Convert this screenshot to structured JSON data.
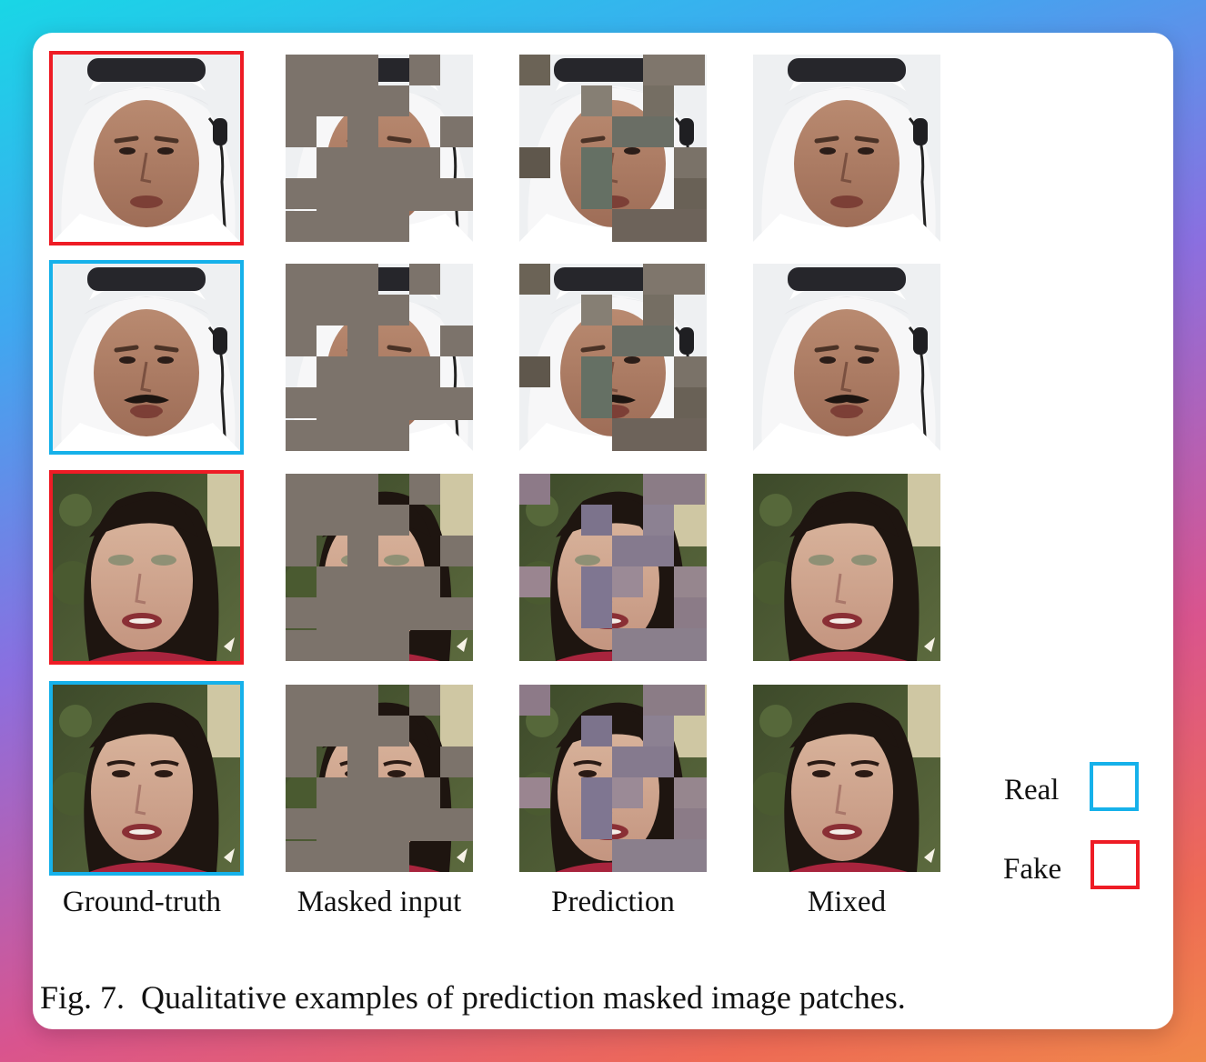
{
  "figure": {
    "columns": [
      "Ground-truth",
      "Masked input",
      "Prediction",
      "Mixed"
    ],
    "rows": [
      {
        "label": "Fake",
        "subject": "man-headscarf"
      },
      {
        "label": "Real",
        "subject": "man-headscarf"
      },
      {
        "label": "Fake",
        "subject": "woman-greenery"
      },
      {
        "label": "Real",
        "subject": "woman-greenery"
      }
    ],
    "legend": [
      {
        "label": "Real",
        "color": "#16b1ea"
      },
      {
        "label": "Fake",
        "color": "#ee1c25"
      }
    ],
    "caption_prefix": "Fig. 7.",
    "caption_text": "Qualitative examples of prediction masked image patches."
  }
}
